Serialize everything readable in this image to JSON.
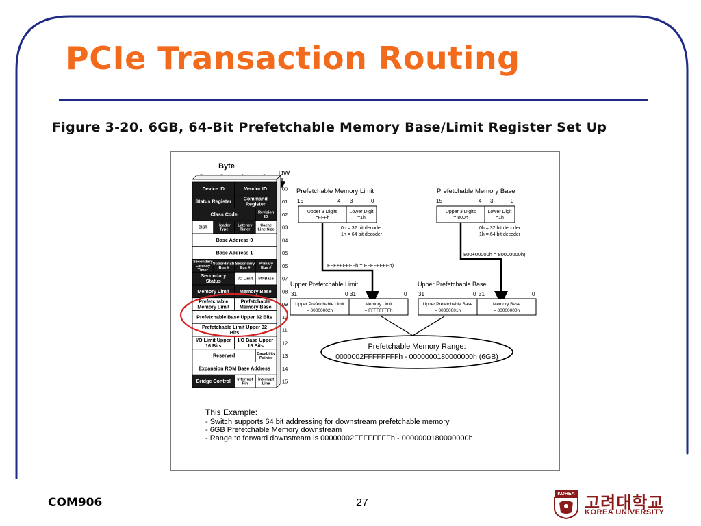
{
  "slide": {
    "title": "PCIe Transaction Routing",
    "figure_caption": "Figure 3-20. 6GB, 64-Bit Prefetchable Memory Base/Limit Register Set Up"
  },
  "register_map": {
    "byte_label": "Byte",
    "byte_columns": [
      "3",
      "2",
      "1",
      "0"
    ],
    "dw_label": "DW",
    "rows": [
      {
        "dw": "00",
        "cells": [
          {
            "text": "Device ID",
            "span": 2,
            "dark": true
          },
          {
            "text": "Vendor ID",
            "span": 2,
            "dark": true
          }
        ]
      },
      {
        "dw": "01",
        "cells": [
          {
            "text": "Status Register",
            "span": 2,
            "dark": true
          },
          {
            "text": "Command Register",
            "span": 2,
            "dark": true
          }
        ]
      },
      {
        "dw": "02",
        "cells": [
          {
            "text": "Class Code",
            "span": 3,
            "dark": true
          },
          {
            "text": "Revision ID",
            "span": 1,
            "dark": true
          }
        ]
      },
      {
        "dw": "03",
        "cells": [
          {
            "text": "BIST",
            "span": 1,
            "dark": false
          },
          {
            "text": "Header Type",
            "span": 1,
            "dark": true
          },
          {
            "text": "Latency Timer",
            "span": 1,
            "dark": true
          },
          {
            "text": "Cache Line Size",
            "span": 1,
            "dark": false
          }
        ]
      },
      {
        "dw": "04",
        "cells": [
          {
            "text": "Base Address 0",
            "span": 4,
            "dark": false
          }
        ]
      },
      {
        "dw": "05",
        "cells": [
          {
            "text": "Base Address 1",
            "span": 4,
            "dark": false
          }
        ]
      },
      {
        "dw": "06",
        "cells": [
          {
            "text": "Secondary Latency Timer",
            "span": 1,
            "dark": true
          },
          {
            "text": "Subordinate Bus #",
            "span": 1,
            "dark": true
          },
          {
            "text": "Secondary Bus #",
            "span": 1,
            "dark": true
          },
          {
            "text": "Primary Bus #",
            "span": 1,
            "dark": true
          }
        ]
      },
      {
        "dw": "07",
        "cells": [
          {
            "text": "Secondary Status",
            "span": 2,
            "dark": true
          },
          {
            "text": "I/O Limit",
            "span": 1,
            "dark": false
          },
          {
            "text": "I/O Base",
            "span": 1,
            "dark": false
          }
        ]
      },
      {
        "dw": "08",
        "cells": [
          {
            "text": "Memory Limit",
            "span": 2,
            "dark": true
          },
          {
            "text": "Memory Base",
            "span": 2,
            "dark": true
          }
        ]
      },
      {
        "dw": "09",
        "cells": [
          {
            "text": "Prefetchable Memory Limit",
            "span": 2,
            "dark": false
          },
          {
            "text": "Prefetchable Memory Base",
            "span": 2,
            "dark": false
          }
        ]
      },
      {
        "dw": "10",
        "cells": [
          {
            "text": "Prefetchable Base Upper 32 Bits",
            "span": 4,
            "dark": false
          }
        ]
      },
      {
        "dw": "11",
        "cells": [
          {
            "text": "Prefetchable Limit Upper 32 Bits",
            "span": 4,
            "dark": false
          }
        ]
      },
      {
        "dw": "12",
        "cells": [
          {
            "text": "I/O Limit Upper 16 Bits",
            "span": 2,
            "dark": false
          },
          {
            "text": "I/O Base Upper 16 Bits",
            "span": 2,
            "dark": false
          }
        ]
      },
      {
        "dw": "13",
        "cells": [
          {
            "text": "Reserved",
            "span": 3,
            "dark": false
          },
          {
            "text": "Capability Pointer",
            "span": 1,
            "dark": false
          }
        ]
      },
      {
        "dw": "14",
        "cells": [
          {
            "text": "Expansion ROM Base Address",
            "span": 4,
            "dark": false
          }
        ]
      },
      {
        "dw": "15",
        "cells": [
          {
            "text": "Bridge Control",
            "span": 2,
            "dark": true
          },
          {
            "text": "Interrupt Pin",
            "span": 1,
            "dark": false
          },
          {
            "text": "Interrupt Line",
            "span": 1,
            "dark": false
          }
        ]
      }
    ]
  },
  "limit_register": {
    "title": "Prefetchable Memory Limit",
    "bit_labels": [
      "15",
      "4",
      "3",
      "0"
    ],
    "upper_field": [
      "Upper 3 Digits",
      "=FFFh"
    ],
    "lower_field": [
      "Lower Digit",
      "=1h"
    ],
    "decoder_notes": [
      "0h = 32 bit decoder",
      "1h = 64 bit decoder"
    ],
    "conversion": "FFF+FFFFFh = FFFFFFFFh)"
  },
  "base_register": {
    "title": "Prefetchable Memory Base",
    "bit_labels": [
      "15",
      "4",
      "3",
      "0"
    ],
    "upper_field": [
      "Upper 3 Digits",
      "= 800h"
    ],
    "lower_field": [
      "Lower Digit",
      "=1h"
    ],
    "decoder_notes": [
      "0h = 32 bit decoder",
      "1h = 64 bit decoder"
    ],
    "conversion": "800+00000h = 80000000h)"
  },
  "upper_limit": {
    "title": "Upper Prefetchable Limit",
    "bit_labels": [
      "31",
      "0",
      "31",
      "0"
    ],
    "cell_upper": [
      "Upper Prefetchable Limit",
      "= 00000002h"
    ],
    "cell_lower": [
      "Memory Limit",
      "= FFFFFFFFh"
    ]
  },
  "upper_base": {
    "title": "Upper Prefetchable Base",
    "bit_labels": [
      "31",
      "0",
      "31",
      "0"
    ],
    "cell_upper": [
      "Upper Prefetchable Base",
      "= 00000001h"
    ],
    "cell_lower": [
      "Memory Base",
      "= 80000000h"
    ]
  },
  "range": {
    "title": "Prefetchable Memory Range:",
    "value": "0000002FFFFFFFFh - 0000000180000000h (6GB)"
  },
  "example": {
    "heading": "This Example:",
    "lines": [
      "- Switch supports 64 bit addressing for downstream prefetchable memory",
      "- 6GB Prefetchable Memory downstream",
      "- Range to forward downstream is 00000002FFFFFFFFh - 0000000180000000h"
    ]
  },
  "footer": {
    "course": "COM906",
    "page": "27",
    "logo_korean": "고려대학교",
    "logo_english": "KOREA UNIVERSITY",
    "logo_crest_text": "KOREA"
  },
  "colors": {
    "title": "#f26b1d",
    "rule": "#1f2b86",
    "frame": "#1f2b86",
    "highlight": "#d42020",
    "logo": "#8b1a1a"
  }
}
